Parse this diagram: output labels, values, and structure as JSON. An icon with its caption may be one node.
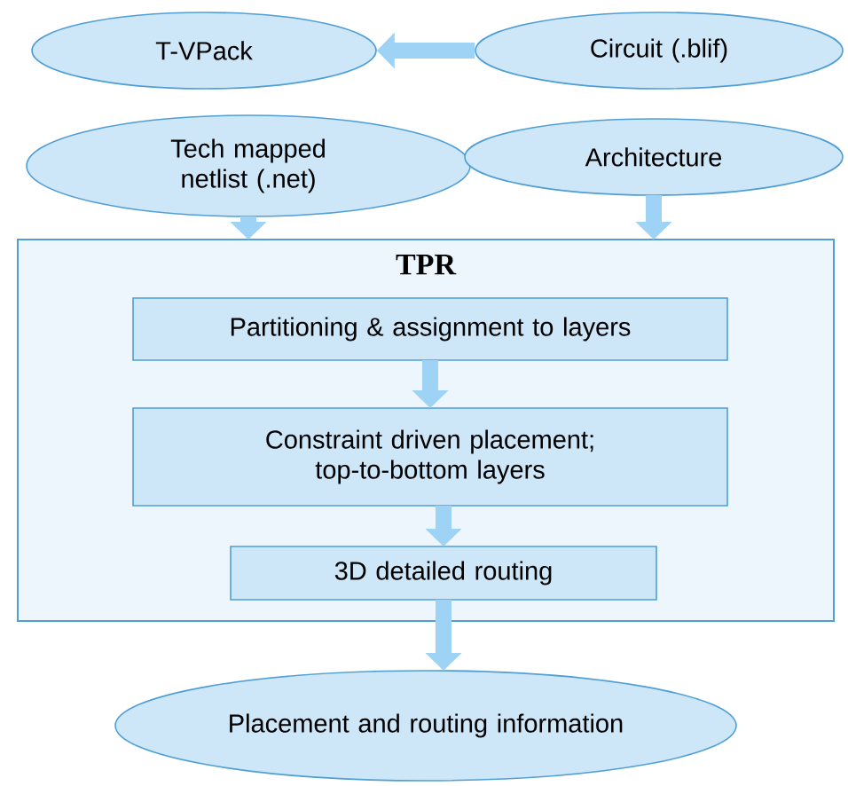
{
  "diagram": {
    "nodes": [
      {
        "text": [
          "T-VPack"
        ]
      },
      {
        "text": [
          "Circuit (.blif)"
        ]
      },
      {
        "text": [
          "Tech mapped netlist (.net)"
        ]
      },
      {
        "text": [
          "Architecture"
        ]
      },
      {
        "text": [
          "TPR"
        ]
      },
      {
        "text": [
          "Partitioning & assignment to layers"
        ],
        "in": 4
      },
      {
        "text": [
          "Constraint driven placement; top-to-bottom layers"
        ],
        "in": 4
      },
      {
        "text": [
          "3D detailed routing"
        ],
        "in": 4
      },
      {
        "text": [
          "Placement and routing information"
        ]
      }
    ],
    "edges": [
      {
        "from": 1,
        "to": 0,
        "arrow": "to"
      },
      {
        "from": 2,
        "to": 4,
        "arrow": "to"
      },
      {
        "from": 3,
        "to": 4,
        "arrow": "to"
      },
      {
        "from": 5,
        "to": 6,
        "arrow": "to"
      },
      {
        "from": 6,
        "to": 7,
        "arrow": "to"
      },
      {
        "from": 7,
        "to": 8,
        "arrow": "to"
      }
    ]
  }
}
